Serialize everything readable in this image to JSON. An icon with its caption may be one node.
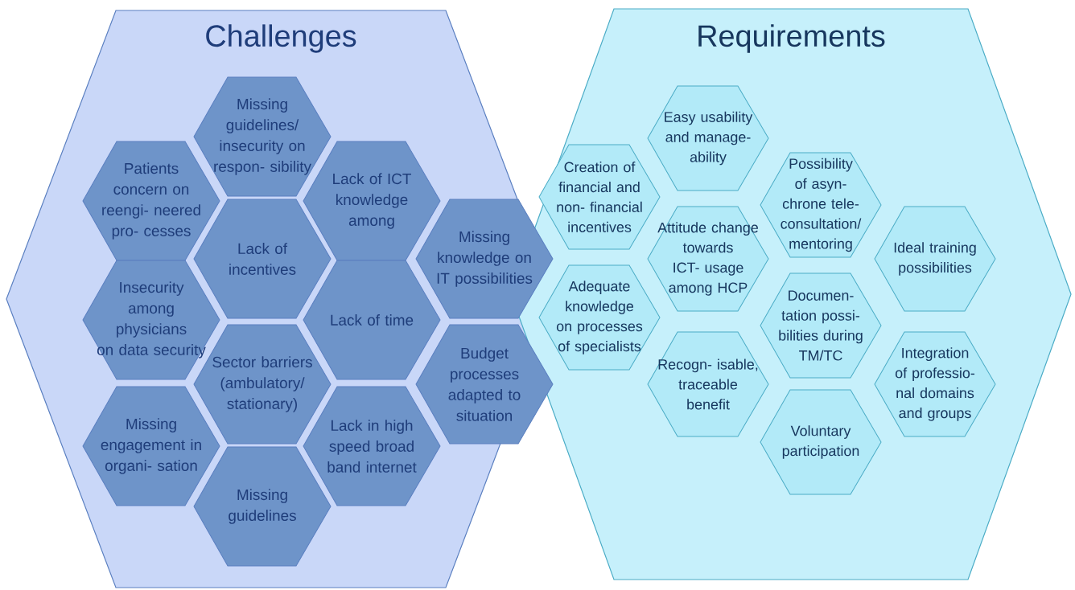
{
  "diagram": {
    "nodes": [
      {
        "text": [
          "Challenges"
        ]
      },
      {
        "text": [
          "Requirements"
        ]
      },
      {
        "text": [
          "Missing guidelines/ insecurity on respon- sibility"
        ],
        "in": 0
      },
      {
        "text": [
          "Patients concern on reengi- neered pro- cesses"
        ],
        "in": 0
      },
      {
        "text": [
          "Lack of ICT knowledge among"
        ],
        "in": 0
      },
      {
        "text": [
          "Lack of incentives"
        ],
        "in": 0
      },
      {
        "text": [
          "Missing knowledge on IT possibilities"
        ],
        "in": 0
      },
      {
        "text": [
          "Insecurity among physicians on data security"
        ],
        "in": 0
      },
      {
        "text": [
          "Lack of time"
        ],
        "in": 0
      },
      {
        "text": [
          "Sector barriers (ambulatory/ stationary)"
        ],
        "in": 0
      },
      {
        "text": [
          "Budget processes adapted to situation"
        ],
        "in": 0
      },
      {
        "text": [
          "Missing engagement in organi- sation"
        ],
        "in": 0
      },
      {
        "text": [
          "Lack in high speed broad band internet"
        ],
        "in": 0
      },
      {
        "text": [
          "Missing guidelines"
        ],
        "in": 0
      },
      {
        "text": [
          "Easy usability and manage- ability"
        ],
        "in": 1
      },
      {
        "text": [
          "Creation of financial and non- financial incentives"
        ],
        "in": 1
      },
      {
        "text": [
          "Possibility of asyn- chrone tele- consultation/ mentoring"
        ],
        "in": 1
      },
      {
        "text": [
          "Attitude change towards ICT- usage among HCP"
        ],
        "in": 1
      },
      {
        "text": [
          "Ideal training possibilities"
        ],
        "in": 1
      },
      {
        "text": [
          "Adequate knowledge on processes of specialists"
        ],
        "in": 1
      },
      {
        "text": [
          "Documen- tation possi- bilities during TM/TC"
        ],
        "in": 1
      },
      {
        "text": [
          "Recogn- isable, traceable benefit"
        ],
        "in": 1
      },
      {
        "text": [
          "Integration of professio- nal domains and groups"
        ],
        "in": 1
      },
      {
        "text": [
          "Voluntary participation"
        ],
        "in": 1
      }
    ]
  }
}
